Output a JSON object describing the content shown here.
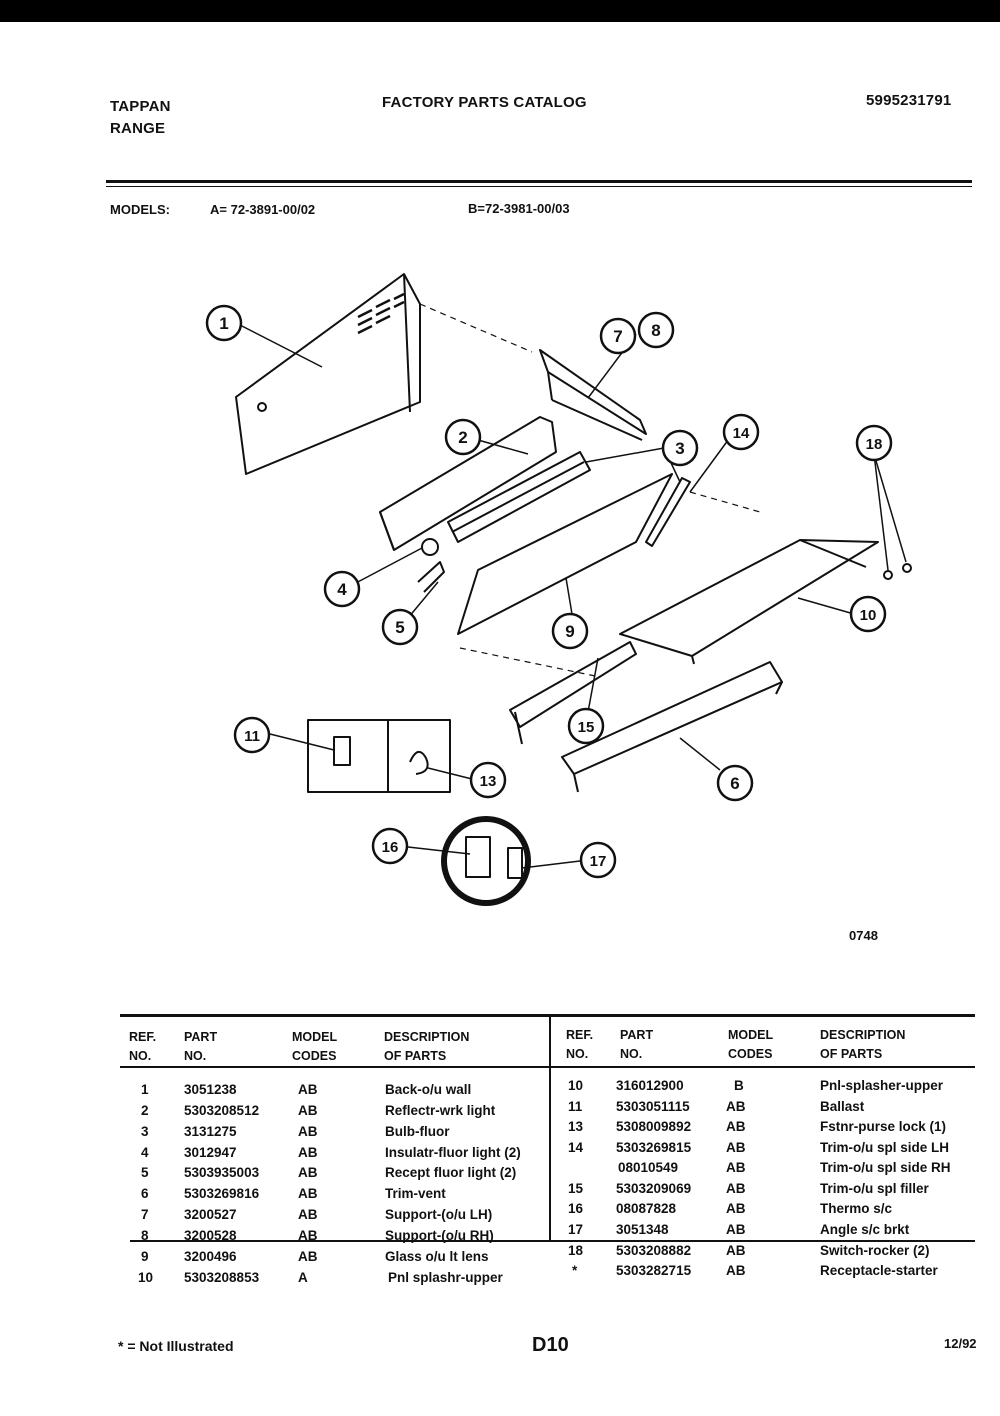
{
  "header": {
    "brand_line1": "TAPPAN",
    "brand_line2": "RANGE",
    "catalog_title": "FACTORY PARTS CATALOG",
    "catalog_number": "5995231791",
    "models_label": "MODELS:",
    "model_a": "A= 72-3891-00/02",
    "model_b": "B=72-3981-00/03"
  },
  "diagram": {
    "drawing_code": "0748",
    "callouts": [
      "1",
      "2",
      "3",
      "4",
      "5",
      "6",
      "7",
      "8",
      "9",
      "10",
      "11",
      "13",
      "14",
      "15",
      "16",
      "17",
      "18"
    ]
  },
  "table": {
    "headers": {
      "ref_line1": "REF.",
      "ref_line2": "NO.",
      "part_line1": "PART",
      "part_line2": "NO.",
      "model_line1": "MODEL",
      "model_line2": "CODES",
      "desc_line1": "DESCRIPTION",
      "desc_line2": "OF PARTS"
    },
    "left_rows": [
      {
        "ref": "1",
        "part": "3051238",
        "code": "AB",
        "desc": "Back-o/u wall"
      },
      {
        "ref": "2",
        "part": "5303208512",
        "code": "AB",
        "desc": "Reflectr-wrk light"
      },
      {
        "ref": "3",
        "part": "3131275",
        "code": "AB",
        "desc": "Bulb-fluor"
      },
      {
        "ref": "4",
        "part": "3012947",
        "code": "AB",
        "desc": "Insulatr-fluor light (2)"
      },
      {
        "ref": "5",
        "part": "5303935003",
        "code": "AB",
        "desc": "Recept fluor light (2)"
      },
      {
        "ref": "6",
        "part": "5303269816",
        "code": "AB",
        "desc": "Trim-vent"
      },
      {
        "ref": "7",
        "part": "3200527",
        "code": "AB",
        "desc": "Support-(o/u LH)"
      },
      {
        "ref": "8",
        "part": "3200528",
        "code": "AB",
        "desc": "Support-(o/u RH)"
      },
      {
        "ref": "9",
        "part": "3200496",
        "code": "AB",
        "desc": "Glass o/u lt lens"
      },
      {
        "ref": "10",
        "part": "5303208853",
        "code": "A",
        "desc": "Pnl splashr-upper"
      }
    ],
    "right_rows": [
      {
        "ref": "10",
        "part": "316012900",
        "code": "B",
        "desc": "Pnl-splasher-upper"
      },
      {
        "ref": "11",
        "part": "5303051115",
        "code": "AB",
        "desc": "Ballast"
      },
      {
        "ref": "13",
        "part": "5308009892",
        "code": "AB",
        "desc": "Fstnr-purse lock (1)"
      },
      {
        "ref": "14",
        "part": "5303269815",
        "code": "AB",
        "desc": "Trim-o/u spl side LH"
      },
      {
        "ref": "",
        "part": "08010549",
        "code": "AB",
        "desc": "Trim-o/u spl side RH"
      },
      {
        "ref": "15",
        "part": "5303209069",
        "code": "AB",
        "desc": "Trim-o/u spl filler"
      },
      {
        "ref": "16",
        "part": "08087828",
        "code": "AB",
        "desc": "Thermo s/c"
      },
      {
        "ref": "17",
        "part": "3051348",
        "code": "AB",
        "desc": "Angle s/c brkt"
      },
      {
        "ref": "18",
        "part": "5303208882",
        "code": "AB",
        "desc": "Switch-rocker (2)"
      },
      {
        "ref": "*",
        "part": "5303282715",
        "code": "AB",
        "desc": "Receptacle-starter"
      }
    ]
  },
  "footer": {
    "note": "* = Not Illustrated",
    "page_code": "D10",
    "date": "12/92"
  }
}
